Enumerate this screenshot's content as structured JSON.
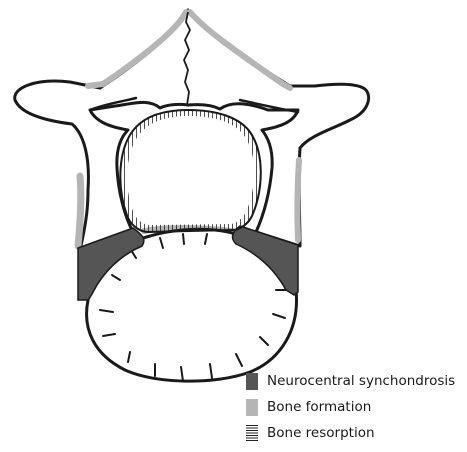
{
  "legend": {
    "items": [
      {
        "label": "Neurocentral synchondrosis",
        "color": "#555555",
        "pattern": "solid"
      },
      {
        "label": "Bone formation",
        "color": "#b5b5b5",
        "pattern": "solid"
      },
      {
        "label": "Bone resorption",
        "color": "#222222",
        "pattern": "horizontal-stripes"
      }
    ]
  },
  "colors": {
    "outline": "#1a1a1a",
    "synchondrosis": "#555555",
    "bone_formation": "#b5b5b5",
    "resorption_hatch": "#222222"
  }
}
